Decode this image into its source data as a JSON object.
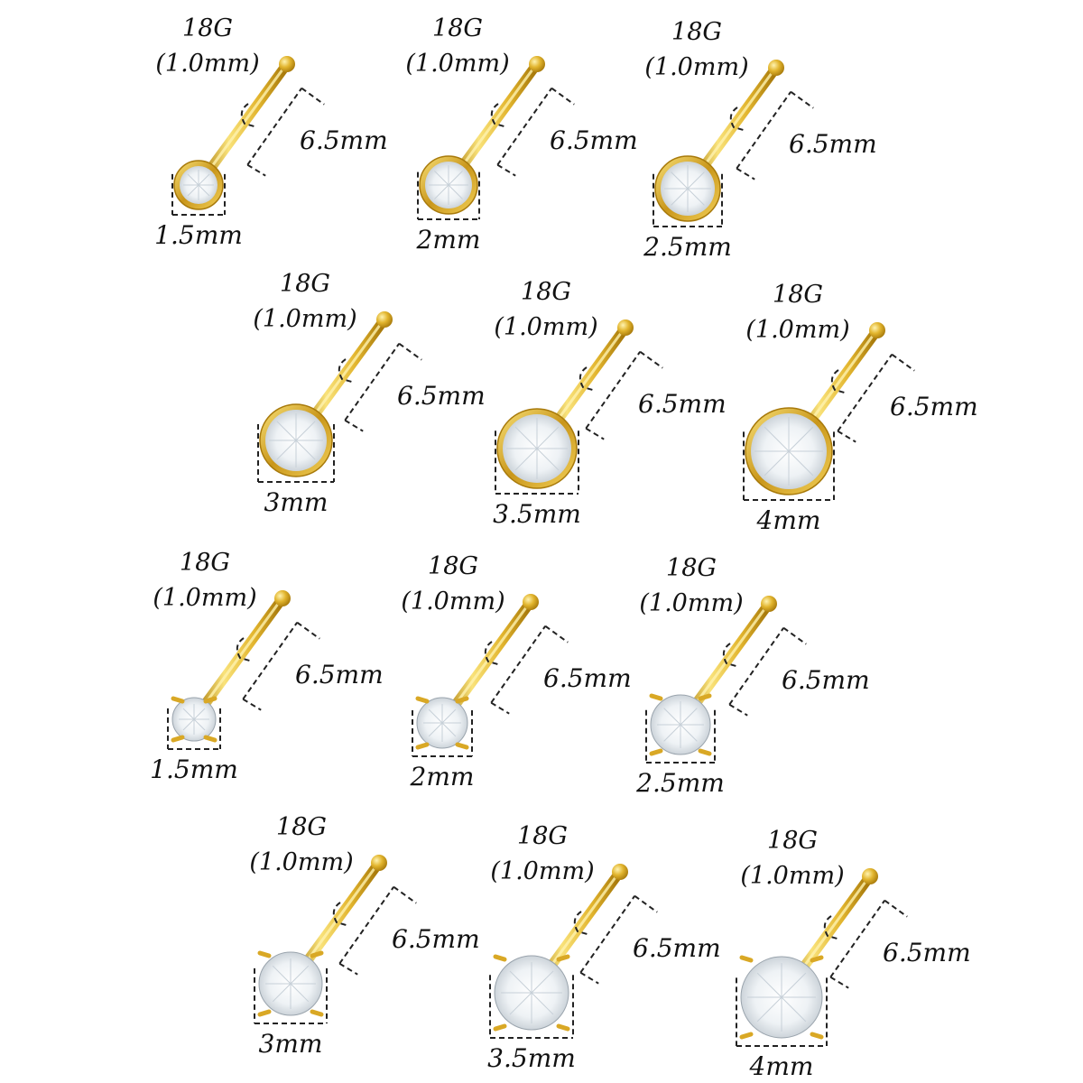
{
  "colors": {
    "gold_light": "#f9e27a",
    "gold_mid": "#e2b52e",
    "gold_dark": "#a87a0b",
    "stone_light": "#ffffff",
    "stone_shade": "#b9c2ca",
    "label": "#111111"
  },
  "studs": [
    {
      "gauge": "18G",
      "gauge_mm": "(1.0mm)",
      "length": "6.5mm",
      "size": "1.5mm",
      "setting": "bezel"
    },
    {
      "gauge": "18G",
      "gauge_mm": "(1.0mm)",
      "length": "6.5mm",
      "size": "2mm",
      "setting": "bezel"
    },
    {
      "gauge": "18G",
      "gauge_mm": "(1.0mm)",
      "length": "6.5mm",
      "size": "2.5mm",
      "setting": "bezel"
    },
    {
      "gauge": "18G",
      "gauge_mm": "(1.0mm)",
      "length": "6.5mm",
      "size": "3mm",
      "setting": "bezel"
    },
    {
      "gauge": "18G",
      "gauge_mm": "(1.0mm)",
      "length": "6.5mm",
      "size": "3.5mm",
      "setting": "bezel"
    },
    {
      "gauge": "18G",
      "gauge_mm": "(1.0mm)",
      "length": "6.5mm",
      "size": "4mm",
      "setting": "bezel"
    },
    {
      "gauge": "18G",
      "gauge_mm": "(1.0mm)",
      "length": "6.5mm",
      "size": "1.5mm",
      "setting": "prong"
    },
    {
      "gauge": "18G",
      "gauge_mm": "(1.0mm)",
      "length": "6.5mm",
      "size": "2mm",
      "setting": "prong"
    },
    {
      "gauge": "18G",
      "gauge_mm": "(1.0mm)",
      "length": "6.5mm",
      "size": "2.5mm",
      "setting": "prong"
    },
    {
      "gauge": "18G",
      "gauge_mm": "(1.0mm)",
      "length": "6.5mm",
      "size": "3mm",
      "setting": "prong"
    },
    {
      "gauge": "18G",
      "gauge_mm": "(1.0mm)",
      "length": "6.5mm",
      "size": "3.5mm",
      "setting": "prong"
    },
    {
      "gauge": "18G",
      "gauge_mm": "(1.0mm)",
      "length": "6.5mm",
      "size": "4mm",
      "setting": "prong"
    }
  ]
}
